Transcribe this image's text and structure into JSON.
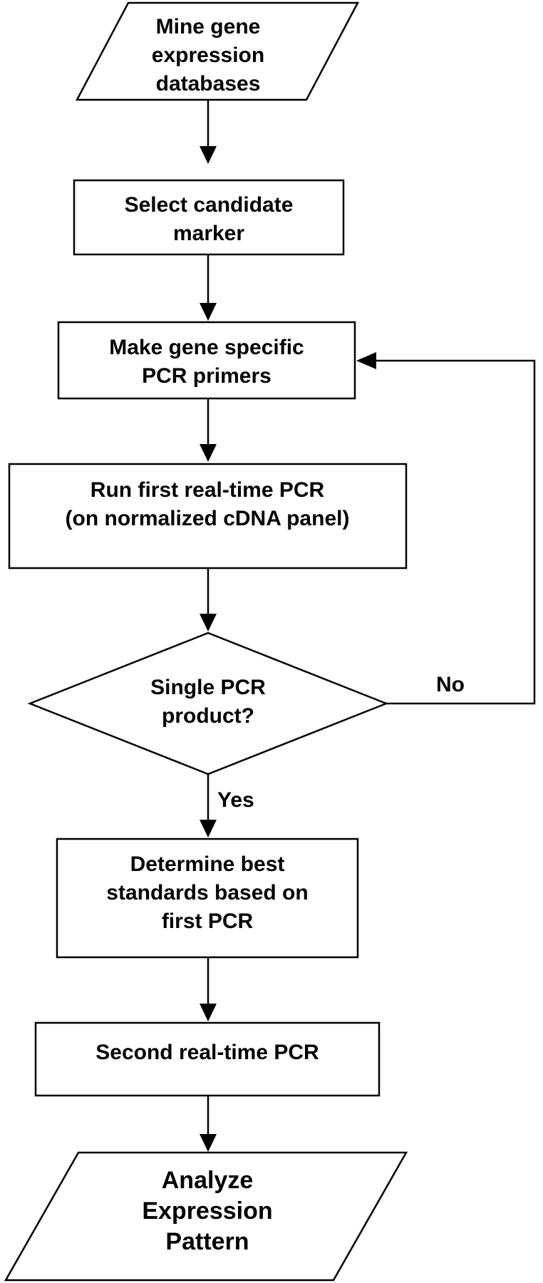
{
  "flowchart": {
    "nodes": {
      "mine": {
        "shape": "parallelogram",
        "lines": [
          "Mine gene",
          "expression",
          "databases"
        ]
      },
      "select": {
        "shape": "rectangle",
        "lines": [
          "Select candidate",
          "marker"
        ]
      },
      "primers": {
        "shape": "rectangle",
        "lines": [
          "Make gene specific",
          "PCR primers"
        ]
      },
      "first_pcr": {
        "shape": "rectangle",
        "lines": [
          "Run first real-time PCR",
          "(on normalized cDNA panel)"
        ]
      },
      "decision": {
        "shape": "diamond",
        "lines": [
          "Single PCR",
          "product?"
        ]
      },
      "standards": {
        "shape": "rectangle",
        "lines": [
          "Determine best",
          "standards based on",
          "first PCR"
        ]
      },
      "second_pcr": {
        "shape": "rectangle",
        "lines": [
          "Second real-time PCR"
        ]
      },
      "analyze": {
        "shape": "parallelogram",
        "lines": [
          "Analyze",
          "Expression",
          "Pattern"
        ]
      }
    },
    "edges": {
      "yes_label": "Yes",
      "no_label": "No"
    }
  }
}
